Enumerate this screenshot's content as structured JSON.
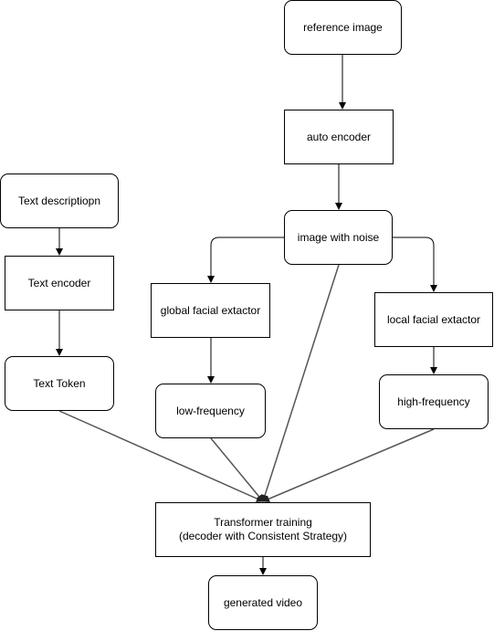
{
  "nodes": {
    "reference_image": "reference image",
    "auto_encoder": "auto encoder",
    "image_with_noise": "image with noise",
    "text_description": "Text descriptiopn",
    "text_encoder": "Text encoder",
    "text_token": "Text Token",
    "global_facial_extractor": "global facial extactor",
    "local_facial_extractor": "local facial extactor",
    "low_frequency": "low-frequency",
    "high_frequency": "high-frequency",
    "transformer_training_line1": "Transformer training",
    "transformer_training_line2": "(decoder with Consistent Strategy)",
    "generated_video": "generated video"
  },
  "colors": {
    "node_border": "#000000",
    "node_fill": "#ffffff",
    "edge": "#000000",
    "converging_edge": "#555555"
  }
}
